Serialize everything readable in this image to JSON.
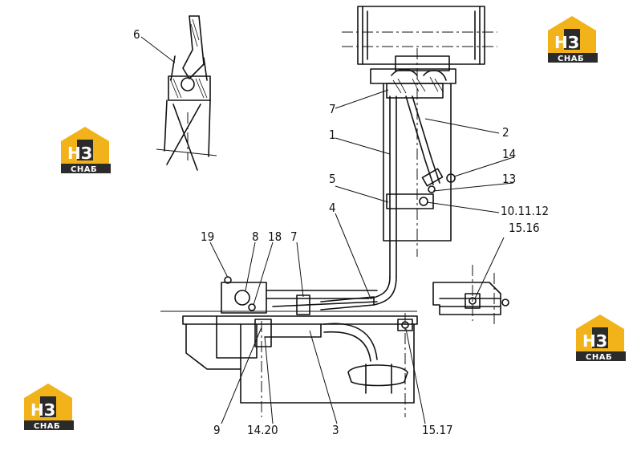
{
  "labels": {
    "l6": "6",
    "l7a": "7",
    "l1": "1",
    "l2": "2",
    "l14": "14",
    "l5": "5",
    "l13": "13",
    "l4": "4",
    "l10_11_12": "10.11.12",
    "l15_16": "15.16",
    "l19": "19",
    "l8": "8",
    "l18": "18",
    "l7b": "7",
    "l9": "9",
    "l14_20": "14.20",
    "l3": "3",
    "l15_17": "15.17"
  },
  "watermark": {
    "logo_text": "НЗ",
    "sub_text": "СНАБ",
    "color_top": "#f2b21a",
    "color_dark": "#2b2b2b"
  }
}
